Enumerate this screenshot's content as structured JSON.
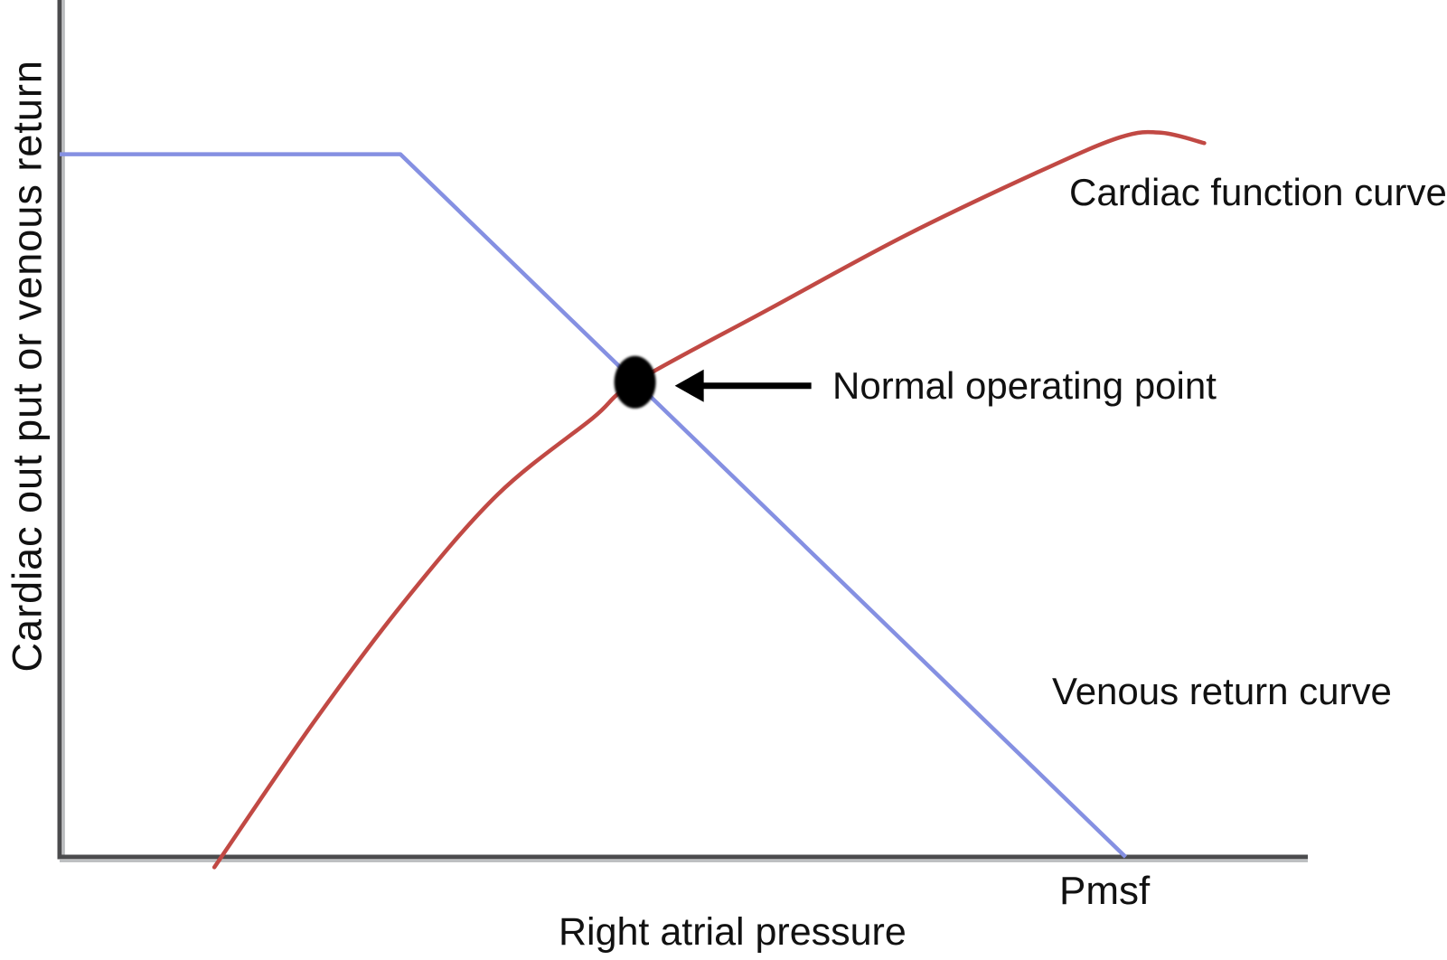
{
  "figure": {
    "y_axis_label": "Cardiac out put or venous return",
    "x_axis_label": "Right atrial pressure",
    "pmsf_label": "Pmsf",
    "cardiac_curve_label": "Cardiac function curve",
    "venous_curve_label": "Venous return curve",
    "operating_point_label": "Normal operating point",
    "colors": {
      "cardiac_curve": "#c14944",
      "venous_curve": "#8590e2",
      "axis": "#4b4b4d",
      "axis_shadow": "#b4b6b8",
      "marker": "#000000",
      "arrow": "#000000"
    }
  },
  "chart_data": {
    "type": "line",
    "title": "",
    "xlabel": "Right atrial pressure",
    "ylabel": "Cardiac out put or venous return",
    "axes": {
      "x_ticks": [],
      "y_ticks": [],
      "note": "qualitative axes, no numeric ticks; values below are percent of plot width/height",
      "x_range": [
        0,
        100
      ],
      "y_range": [
        0,
        100
      ]
    },
    "grid": false,
    "legend": "none (labels placed inline next to curves)",
    "series": [
      {
        "name": "Cardiac function curve",
        "color": "#c14944",
        "shape": "smooth rising curve, steep at low pressure, plateaus then dips slightly at far right",
        "points": [
          [
            12.4,
            -1.2
          ],
          [
            20.3,
            15.6
          ],
          [
            27.5,
            29.6
          ],
          [
            35.1,
            42.3
          ],
          [
            42.7,
            51.2
          ],
          [
            46.1,
            55.4
          ],
          [
            56.8,
            63.9
          ],
          [
            67.6,
            72.4
          ],
          [
            78.5,
            80.0
          ],
          [
            85.0,
            84.0
          ],
          [
            88.3,
            84.5
          ],
          [
            91.7,
            83.3
          ]
        ]
      },
      {
        "name": "Venous return curve",
        "color": "#8590e2",
        "shape": "horizontal plateau then straight descending line to x-axis",
        "points": [
          [
            0.0,
            82.0
          ],
          [
            27.3,
            82.0
          ],
          [
            85.4,
            0.0
          ]
        ]
      }
    ],
    "annotations": [
      {
        "label": "Normal operating point",
        "x": 46.1,
        "y": 55.4,
        "marker": "filled black ellipse, arrow pointing left from label to marker"
      },
      {
        "label": "Pmsf",
        "x": 85.4,
        "y": 0,
        "position": "below x-axis at venous return curve intercept"
      }
    ]
  }
}
